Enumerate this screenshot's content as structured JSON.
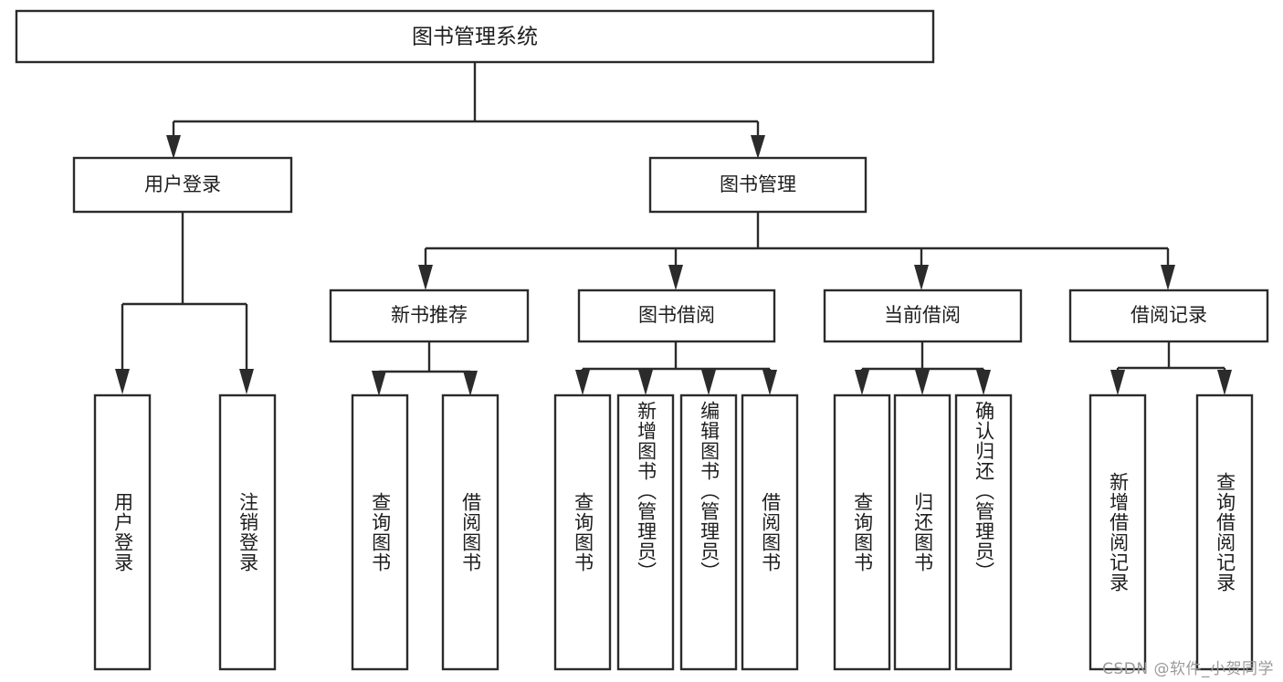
{
  "diagram": {
    "type": "hierarchy-tree",
    "title": "图书管理系统",
    "watermark": "CSDN @软件_小贺同学",
    "colors": {
      "box_stroke": "#2b2b2b",
      "box_fill": "#ffffff",
      "text": "#1d1d1d",
      "watermark": "#9a9a9a",
      "background": "#ffffff"
    },
    "root": {
      "label": "图书管理系统"
    },
    "level2": [
      {
        "label": "用户登录"
      },
      {
        "label": "图书管理"
      }
    ],
    "level3": [
      {
        "label": "新书推荐"
      },
      {
        "label": "图书借阅"
      },
      {
        "label": "当前借阅"
      },
      {
        "label": "借阅记录"
      }
    ],
    "leaves": {
      "user_login": [
        {
          "label": "用户登录"
        },
        {
          "label": "注销登录"
        }
      ],
      "new_book_recommend": [
        {
          "label": "查询图书"
        },
        {
          "label": "借阅图书"
        }
      ],
      "book_borrow": [
        {
          "label": "查询图书"
        },
        {
          "label": "新增图书（管理员）"
        },
        {
          "label": "编辑图书（管理员）"
        },
        {
          "label": "借阅图书"
        }
      ],
      "current_borrow": [
        {
          "label": "查询图书"
        },
        {
          "label": "归还图书"
        },
        {
          "label": "确认归还（管理员）"
        }
      ],
      "borrow_record": [
        {
          "label": "新增借阅记录"
        },
        {
          "label": "查询借阅记录"
        }
      ]
    }
  }
}
